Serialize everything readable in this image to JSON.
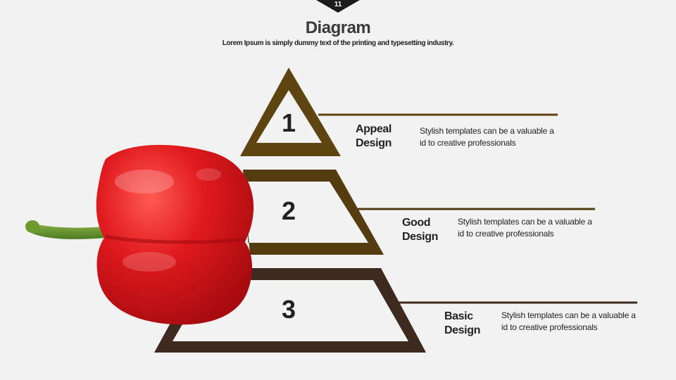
{
  "page_number": "11",
  "title": "Diagram",
  "subtitle": "Lorem Ipsum is simply dummy text of the printing and typesetting industry.",
  "steps": [
    {
      "number": "1",
      "label_line1": "Appeal",
      "label_line2": "Design",
      "desc_line1": "Stylish templates can be a valuable a",
      "desc_line2": "id to creative professionals"
    },
    {
      "number": "2",
      "label_line1": "Good",
      "label_line2": "Design",
      "desc_line1": "Stylish templates can be a valuable a",
      "desc_line2": "id to creative professionals"
    },
    {
      "number": "3",
      "label_line1": "Basic",
      "label_line2": "Design",
      "desc_line1": "Stylish templates can be a valuable a",
      "desc_line2": "id to creative professionals"
    }
  ],
  "colors": {
    "tier_1": "#5e4410",
    "tier_2": "#553c10",
    "tier_3": "#3e2a1e",
    "badge": "#1c1c1c",
    "pepper": "#d8191c"
  },
  "image": "red-bell-pepper"
}
